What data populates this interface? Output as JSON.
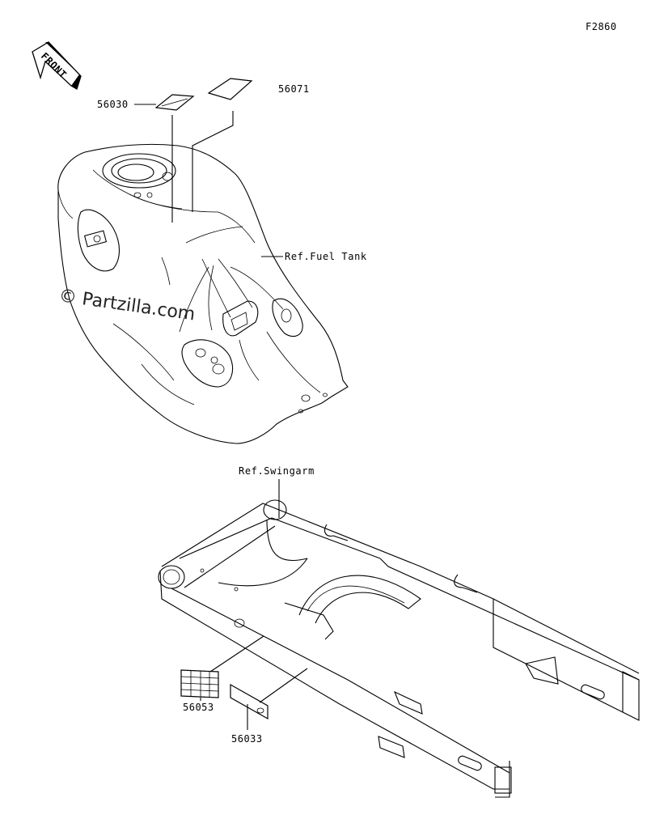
{
  "figure_code": "F2860",
  "front_arrow_text": "FRONT",
  "watermark": "© Partzilla.com",
  "references": {
    "fuel_tank": "Ref.Fuel Tank",
    "swingarm": "Ref.Swingarm"
  },
  "parts": [
    {
      "number": "56030"
    },
    {
      "number": "56071"
    },
    {
      "number": "56053"
    },
    {
      "number": "56033"
    }
  ]
}
